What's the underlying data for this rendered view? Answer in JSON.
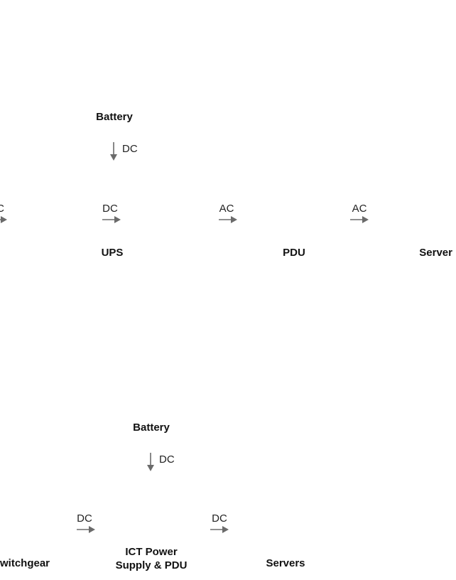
{
  "colors": {
    "arrow": "#6b6b6b",
    "node_text": "#111111",
    "label_text": "#222222"
  },
  "ac_chain": {
    "battery": "Battery",
    "battery_to_ups": "DC",
    "incoming": "C",
    "into_ups": "DC",
    "ups": "UPS",
    "ups_to_pdu": "AC",
    "pdu": "PDU",
    "pdu_to_server": "AC",
    "server": "Server"
  },
  "dc_chain": {
    "battery": "Battery",
    "battery_to_supply": "DC",
    "switchgear": "witchgear",
    "switchgear_to_supply": "DC",
    "supply_line1": "ICT Power",
    "supply_line2": "Supply & PDU",
    "supply_to_servers": "DC",
    "servers": "Servers"
  }
}
